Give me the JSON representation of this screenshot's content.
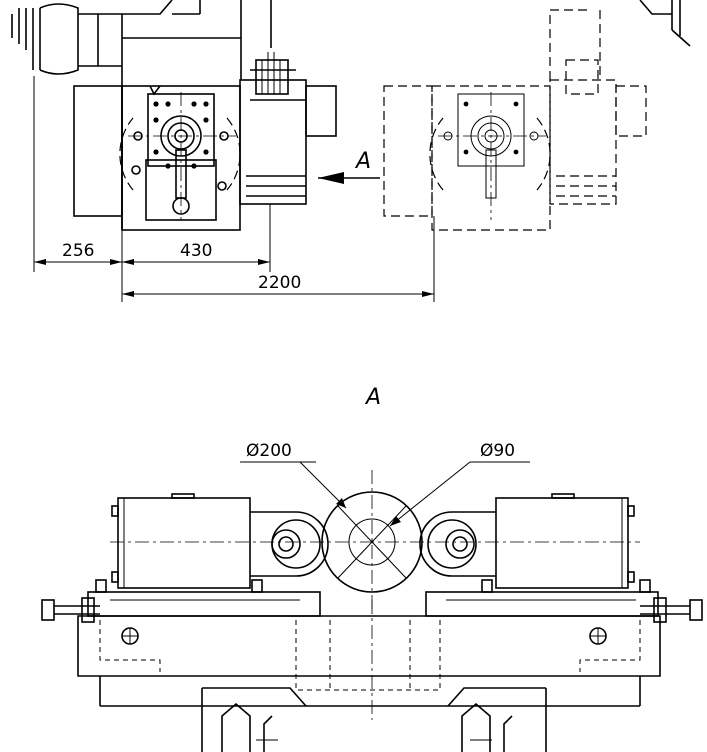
{
  "plan_view": {
    "dimensions": {
      "left_offset": "256",
      "fixture_width": "430",
      "travel": "2200"
    },
    "view_arrow_label": "A"
  },
  "section_view": {
    "title": "A",
    "diameter_outer": "Ø200",
    "diameter_inner": "Ø90"
  }
}
